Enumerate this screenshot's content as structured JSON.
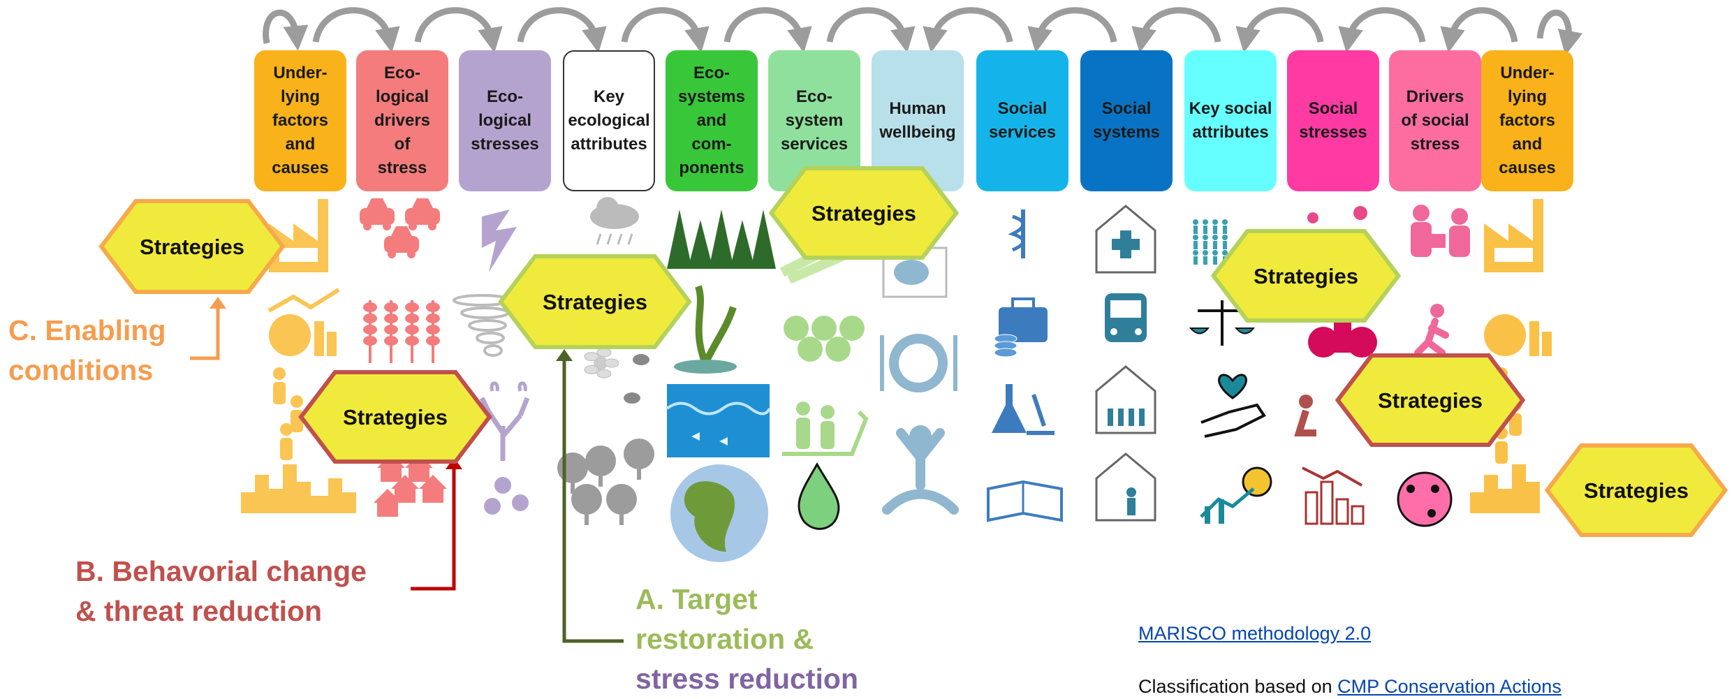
{
  "columns": [
    {
      "label": "Under-lying factors and causes",
      "lines": [
        "Under-",
        "lying",
        "factors",
        "and",
        "causes"
      ],
      "color": "#f9b21a",
      "text_color": "#1a1a1a"
    },
    {
      "label": "Eco-logical drivers of stress",
      "lines": [
        "Eco-",
        "logical",
        "drivers",
        "of",
        "stress"
      ],
      "color": "#f47c7c",
      "text_color": "#1a1a1a"
    },
    {
      "label": "Eco-logical stresses",
      "lines": [
        "Eco-",
        "logical",
        "stresses"
      ],
      "color": "#b5a3cf",
      "text_color": "#1a1a1a"
    },
    {
      "label": "Key ecological attributes",
      "lines": [
        "Key",
        "ecological",
        "attributes"
      ],
      "color": "#ffffff",
      "text_color": "#1a1a1a"
    },
    {
      "label": "Eco-systems and com-ponents",
      "lines": [
        "Eco-",
        "systems",
        "and",
        "com-",
        "ponents"
      ],
      "color": "#39c73a",
      "text_color": "#1a1a1a"
    },
    {
      "label": "Eco-system services",
      "lines": [
        "Eco-",
        "system",
        "services"
      ],
      "color": "#8ee09c",
      "text_color": "#1a1a1a"
    },
    {
      "label": "Human wellbeing",
      "lines": [
        "Human",
        "wellbeing"
      ],
      "color": "#b8e0ea",
      "text_color": "#1a1a1a"
    },
    {
      "label": "Social services",
      "lines": [
        "Social",
        "services"
      ],
      "color": "#14b4ea",
      "text_color": "#1a1a1a"
    },
    {
      "label": "Social systems",
      "lines": [
        "Social",
        "systems"
      ],
      "color": "#0873c4",
      "text_color": "#1a1a1a"
    },
    {
      "label": "Key social attributes",
      "lines": [
        "Key social",
        "attributes"
      ],
      "color": "#66ffff",
      "text_color": "#1a1a1a"
    },
    {
      "label": "Social stresses",
      "lines": [
        "Social",
        "stresses"
      ],
      "color": "#ff3aa3",
      "text_color": "#1a1a1a"
    },
    {
      "label": "Drivers of social stress",
      "lines": [
        "Drivers",
        "of social",
        "stress"
      ],
      "color": "#fe6da0",
      "text_color": "#1a1a1a"
    },
    {
      "label": "Under-lying factors and causes",
      "lines": [
        "Under-",
        "lying",
        "factors",
        "and",
        "causes"
      ],
      "color": "#f9b21a",
      "text_color": "#1a1a1a"
    }
  ],
  "strategies_label": "Strategies",
  "strategy_colors": {
    "fill": "#f0ea3c",
    "stroke_orange": "#f6a94a",
    "stroke_green": "#b4d25a",
    "stroke_red": "#c0504d"
  },
  "labels": {
    "enabling": {
      "line1": "C. Enabling",
      "line2": "conditions",
      "color": "#f59d4f"
    },
    "behavioral": {
      "line1": "B. Behavorial change",
      "line2": "& threat reduction",
      "color": "#c0504d"
    },
    "target": {
      "line1": "A. Target",
      "line2": "restoration &",
      "line3": "stress reduction",
      "color_a": "#9bbb59",
      "color_b": "#8064a2"
    }
  },
  "links": {
    "marisco": "MARISCO methodology 2.0",
    "classification_prefix": "Classification based on ",
    "cmp": "CMP Conservation Actions"
  },
  "arrow_colors": {
    "enabling": "#f59d4f",
    "behavioral": "#c00000",
    "target": "#4f6228",
    "curve": "#9c9c9c"
  }
}
